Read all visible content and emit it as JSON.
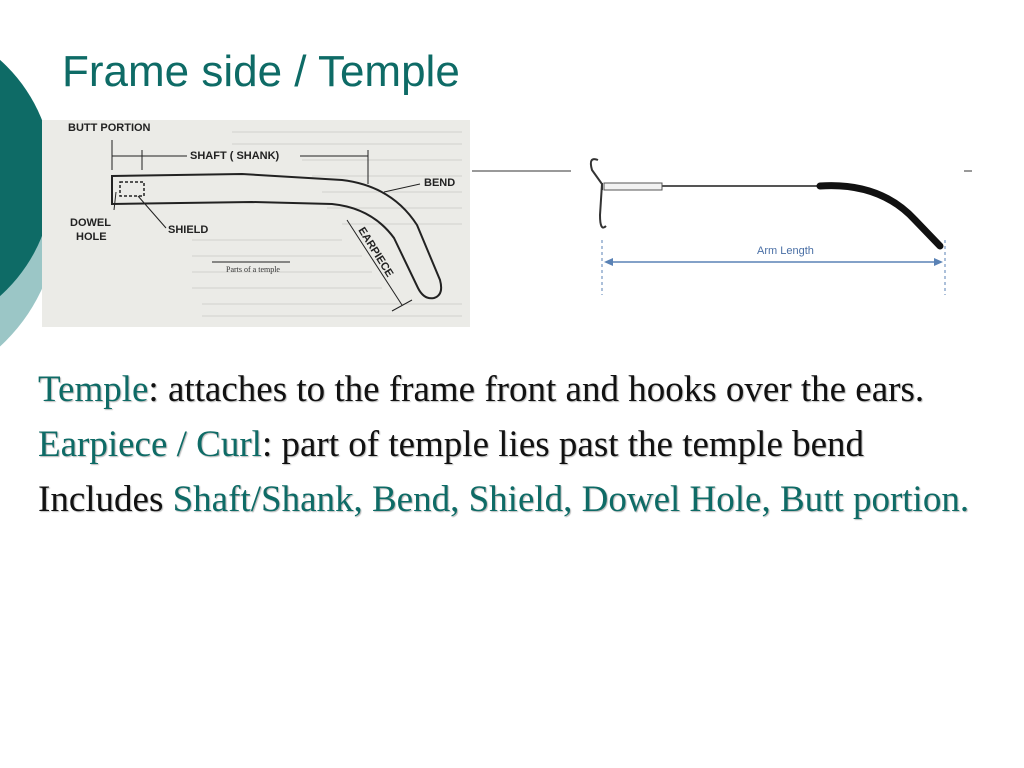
{
  "slide": {
    "title": "Frame side / Temple",
    "accent_color": "#0e6b66",
    "circle_color_dark": "#0e6b66",
    "circle_color_light": "#9bc6c6"
  },
  "diagram_left": {
    "butt_portion": "BUTT PORTION",
    "shaft_shank": "SHAFT ( SHANK)",
    "bend": "BEND",
    "dowel": "DOWEL",
    "hole": "HOLE",
    "shield": "SHIELD",
    "earpiece": "EARPIECE",
    "caption": "Parts of a temple"
  },
  "diagram_right": {
    "arm_length": "Arm Length"
  },
  "content": {
    "line1": {
      "term": "Temple",
      "rest": ": attaches to the frame front and hooks over the ears."
    },
    "line2": {
      "term": "Earpiece / Curl",
      "rest": ": part of temple lies past the temple bend"
    },
    "line3": {
      "prefix": "Includes ",
      "terms": "Shaft/Shank, Bend, Shield, Dowel Hole, Butt portion."
    }
  }
}
